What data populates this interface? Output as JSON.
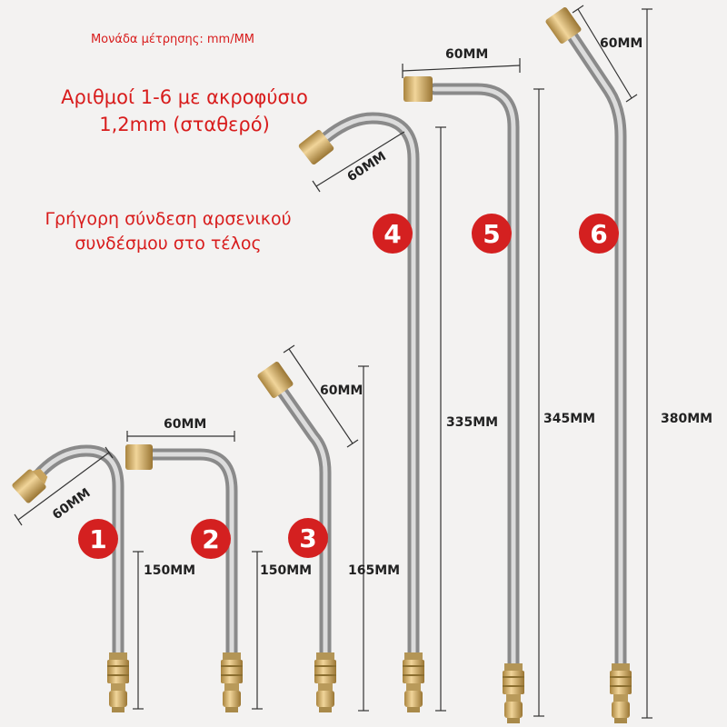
{
  "notes": {
    "unit": "Μονάδα μέτρησης: mm/MM",
    "nozzle_line1": "Αριθμοί 1-6 με ακροφύσιο",
    "nozzle_line2": "1,2mm (σταθερό)",
    "quick_line1": "Γρήγορη σύνδεση αρσενικού",
    "quick_line2": "συνδέσμου στο τέλος"
  },
  "colors": {
    "text_red": "#d81c1c",
    "badge_red": "#d42020",
    "steel": "#b9b9b9",
    "brass": "#d9b772",
    "background": "#f3f2f1"
  },
  "items": [
    {
      "number": "1",
      "tip_length": "60MM",
      "length": "150MM"
    },
    {
      "number": "2",
      "tip_length": "60MM",
      "length": "150MM"
    },
    {
      "number": "3",
      "tip_length": "60MM",
      "length": "165MM"
    },
    {
      "number": "4",
      "tip_length": "60MM",
      "length": "335MM"
    },
    {
      "number": "5",
      "tip_length": "60MM",
      "length": "345MM"
    },
    {
      "number": "6",
      "tip_length": "60MM",
      "length": "380MM"
    }
  ]
}
